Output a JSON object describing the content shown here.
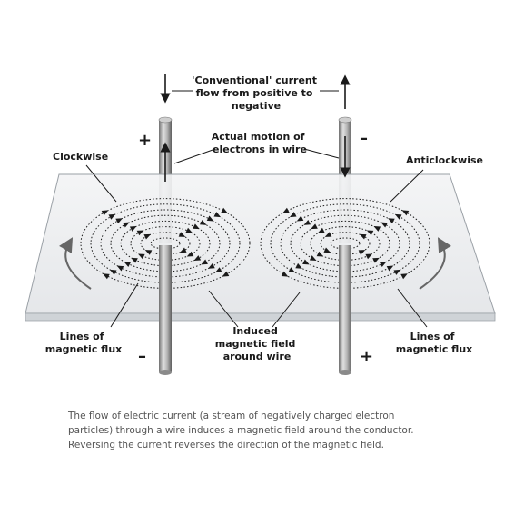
{
  "labels": {
    "conventional": [
      "'Conventional' current",
      "flow from positive to",
      "negative"
    ],
    "actual": [
      "Actual motion of",
      "electrons in wire"
    ],
    "clockwise": "Clockwise",
    "anticlockwise": "Anticlockwise",
    "flux_left": [
      "Lines of",
      "magnetic flux"
    ],
    "flux_right": [
      "Lines of",
      "magnetic flux"
    ],
    "induced": [
      "Induced",
      "magnetic field",
      "around wire"
    ]
  },
  "signs": {
    "left_top": "+",
    "left_bottom": "–",
    "right_top": "–",
    "right_bottom": "+"
  },
  "caption": [
    "The flow of electric current (a stream of negatively charged electron",
    "particles) through a wire induces a magnetic field around the conductor.",
    "Reversing the current reverses the direction of the magnetic field."
  ],
  "colors": {
    "plate": "#eceef0",
    "plate_edge": "#9aa0a6",
    "rod_dark": "#6f6f6f",
    "rod_light": "#d9d9d9",
    "field_lines": "#1a1a1a",
    "caption": "#555555"
  }
}
